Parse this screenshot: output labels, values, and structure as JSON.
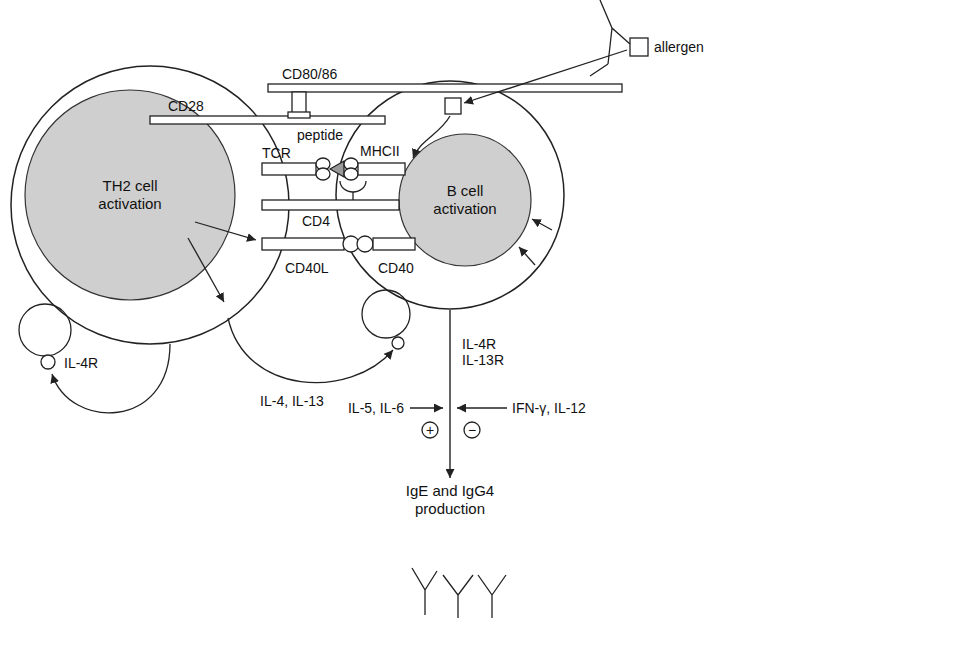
{
  "diagram": {
    "nodes": [
      {
        "text": [
          "TH2 cell activation"
        ]
      },
      {
        "text": [
          "B cell activation"
        ]
      },
      {
        "text": [
          "IgE and IgG4 production"
        ]
      }
    ],
    "edges": [
      {
        "from": 1,
        "to": 2,
        "arrow": "to"
      }
    ],
    "labels": [
      "allergen",
      "CD80/86",
      "CD28",
      "TCR",
      "peptide",
      "MHCII",
      "CD4",
      "CD40L",
      "CD40",
      "IL-4R",
      "IL-4, IL-13",
      "IL-4R IL-13R",
      "IL-5, IL-6",
      "+",
      "−",
      "IFN-γ, IL-12"
    ]
  }
}
